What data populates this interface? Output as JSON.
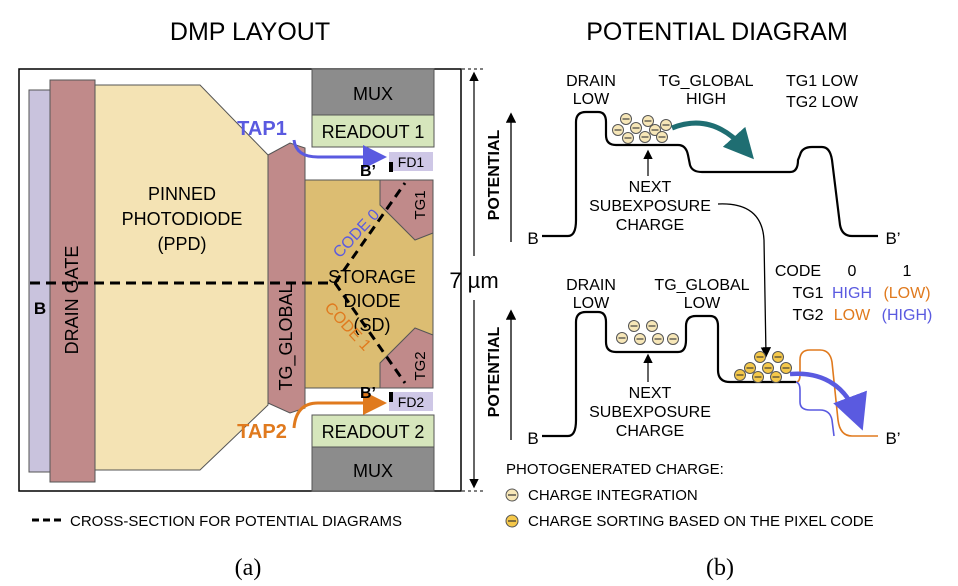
{
  "colors": {
    "drain_strip": "#c9c3dd",
    "drain_gate": "#c08a8a",
    "ppd": "#f4e3b4",
    "sd": "#dcbd72",
    "tg": "#c08a8a",
    "mux": "#8c8c8c",
    "readout": "#d6e6bc",
    "fd": "#cec7e6",
    "tap1": "#5a5ae0",
    "tap2": "#e07a1e",
    "teal_arrow": "#1f6e72",
    "electron_fill": "#f5c84a"
  },
  "panel_a": {
    "title": "DMP LAYOUT",
    "caption": "(a)",
    "drain_gate": "DRAIN GATE",
    "ppd_line1": "PINNED",
    "ppd_line2": "PHOTODIODE",
    "ppd_line3": "(PPD)",
    "tg_global": "TG_GLOBAL",
    "sd_line1": "STORAGE",
    "sd_line2": "DIODE",
    "sd_line3": "(SD)",
    "tg1": "TG1",
    "tg2": "TG2",
    "fd1": "FD1",
    "fd2": "FD2",
    "mux_top": "MUX",
    "mux_bottom": "MUX",
    "readout1": "READOUT 1",
    "readout2": "READOUT 2",
    "tap1": "TAP1",
    "tap2": "TAP2",
    "code0": "CODE 0",
    "code1": "CODE 1",
    "b_left": "B",
    "b_prime_top": "B’",
    "b_prime_bottom": "B’",
    "dimension": "7 µm",
    "legend": "CROSS-SECTION FOR POTENTIAL DIAGRAMS"
  },
  "panel_b": {
    "title": "POTENTIAL DIAGRAM",
    "caption": "(b)",
    "potential_axis": "POTENTIAL",
    "top": {
      "drain_line1": "DRAIN",
      "drain_line2": "LOW",
      "tgg_line1": "TG_GLOBAL",
      "tgg_line2": "HIGH",
      "tg1_state": "TG1  LOW",
      "tg2_state": "TG2  LOW",
      "next_line1": "NEXT",
      "next_line2": "SUBEXPOSURE",
      "next_line3": "CHARGE",
      "b": "B",
      "b_prime": "B’"
    },
    "bottom": {
      "drain_line1": "DRAIN",
      "drain_line2": "LOW",
      "tgg_line1": "TG_GLOBAL",
      "tgg_line2": "LOW",
      "next_line1": "NEXT",
      "next_line2": "SUBEXPOSURE",
      "next_line3": "CHARGE",
      "b": "B",
      "b_prime": "B’"
    },
    "code_table": {
      "header": "CODE",
      "col0": "0",
      "col1": "1",
      "row1_label": "TG1",
      "row1_c0": "HIGH",
      "row1_c1": "(LOW)",
      "row2_label": "TG2",
      "row2_c0": "LOW",
      "row2_c1": "(HIGH)"
    },
    "legend_title": "PHOTOGENERATED CHARGE:",
    "legend_integration": "CHARGE INTEGRATION",
    "legend_sorting": "CHARGE SORTING BASED ON THE PIXEL CODE"
  }
}
